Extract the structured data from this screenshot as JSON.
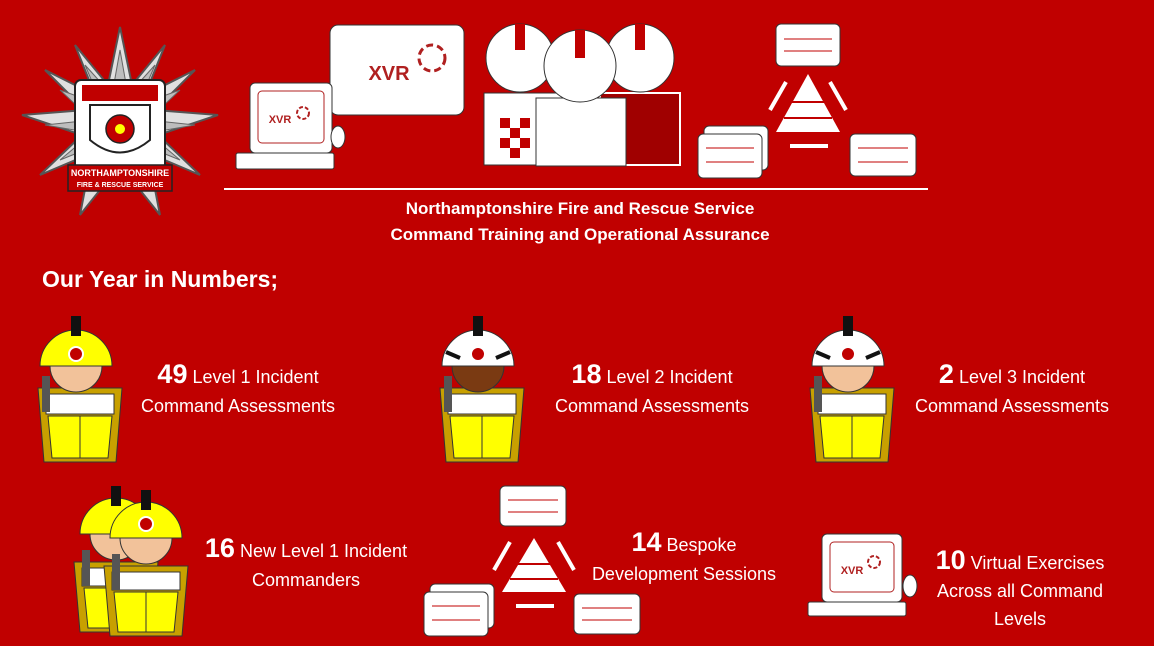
{
  "header": {
    "badge_text_line1": "NORTHAMPTONSHIRE",
    "badge_text_line2": "FIRE & RESCUE SERVICE",
    "xvr_label": "XVR",
    "title_line1": "Northamptonshire Fire and Rescue Service",
    "title_line2": "Command Training and Operational Assurance"
  },
  "section_title": "Our Year in Numbers;",
  "stats": [
    {
      "number": "49",
      "line1": "Level 1 Incident",
      "line2": "Command Assessments"
    },
    {
      "number": "18",
      "line1": "Level 2 Incident",
      "line2": "Command Assessments"
    },
    {
      "number": "2",
      "line1": "Level 3 Incident",
      "line2": "Command Assessments"
    },
    {
      "number": "16",
      "line1": "New Level 1 Incident",
      "line2": "Commanders"
    },
    {
      "number": "14",
      "line1": "Bespoke",
      "line2": "Development Sessions"
    },
    {
      "number": "10",
      "line1": "Virtual Exercises",
      "line2": "Across all Command",
      "line3": "Levels"
    }
  ],
  "colors": {
    "background": "#c00000",
    "level1_helmet": "#ffff00",
    "tunic_gold": "#c8a000",
    "white": "#ffffff",
    "dark_red": "#a00000"
  }
}
